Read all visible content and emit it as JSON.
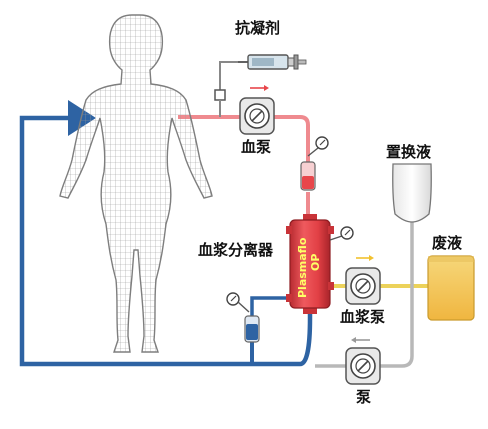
{
  "labels": {
    "anticoagulant": "抗凝剂",
    "blood_pump": "血泵",
    "replacement_fluid": "置换液",
    "plasma_separator": "血浆分离器",
    "waste_fluid": "废液",
    "plasma_pump": "血浆泵",
    "pump": "泵",
    "filter_brand": "Plasmaflo",
    "filter_model": "OP"
  },
  "colors": {
    "arterial_line": "#ef8a8f",
    "venous_line": "#2e63a3",
    "plasma_line": "#ecd25a",
    "fluid_line": "#b8b8b8",
    "filter_body": "#e8464b",
    "filter_text": "#ffff66",
    "arrow_red": "#e8464b",
    "arrow_yellow": "#f2c12e",
    "arrow_gray": "#999999",
    "figure_stroke": "#8a8a8a"
  },
  "icons": [
    "human-figure-icon",
    "syringe-icon",
    "pump-icon",
    "pressure-gauge-icon",
    "drip-chamber-icon",
    "fluid-bag-icon",
    "flow-arrow-icon"
  ]
}
